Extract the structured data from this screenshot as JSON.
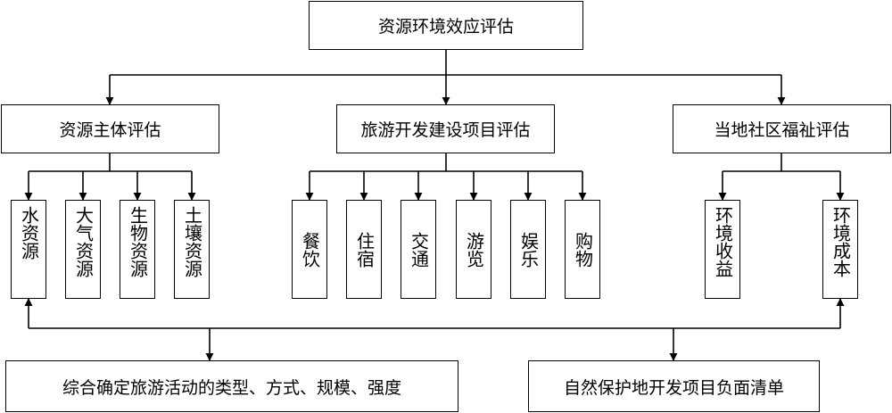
{
  "root": {
    "label": "资源环境效应评估"
  },
  "branches": [
    {
      "label": "资源主体评估",
      "children": [
        "水资源",
        "大气资源",
        "生物资源",
        "土壤资源"
      ]
    },
    {
      "label": "旅游开发建设项目评估",
      "children": [
        "餐饮",
        "住宿",
        "交通",
        "游览",
        "娱乐",
        "购物"
      ]
    },
    {
      "label": "当地社区福祉评估",
      "children": [
        "环境收益",
        "环境成本"
      ]
    }
  ],
  "outputs": [
    {
      "label": "综合确定旅游活动的类型、方式、规模、强度"
    },
    {
      "label": "自然保护地开发项目负面清单"
    }
  ]
}
